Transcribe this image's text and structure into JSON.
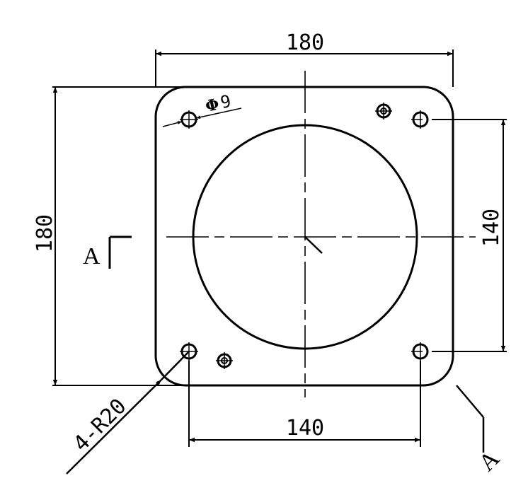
{
  "drawing": {
    "dimensions": {
      "top_width": "180",
      "left_height": "180",
      "right_hole_spacing": "140",
      "bottom_hole_spacing": "140",
      "hole_diameter_symbol": "Φ",
      "hole_diameter": "9",
      "corner_radius": "4-R20"
    },
    "section": {
      "left_label": "A",
      "right_label": "A"
    },
    "colors": {
      "line": "#000000",
      "background": "#ffffff"
    }
  }
}
